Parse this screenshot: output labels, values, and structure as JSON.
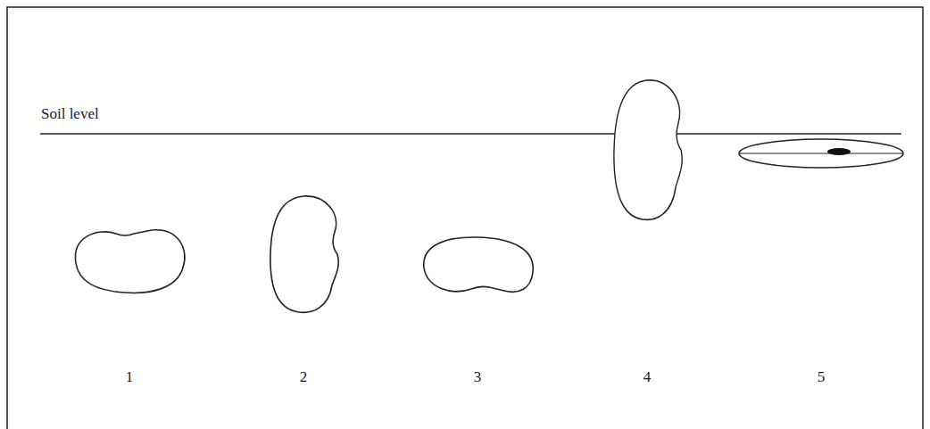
{
  "diagram": {
    "labels": [
      "Soil level",
      "1",
      "2",
      "3",
      "4",
      "5"
    ]
  }
}
